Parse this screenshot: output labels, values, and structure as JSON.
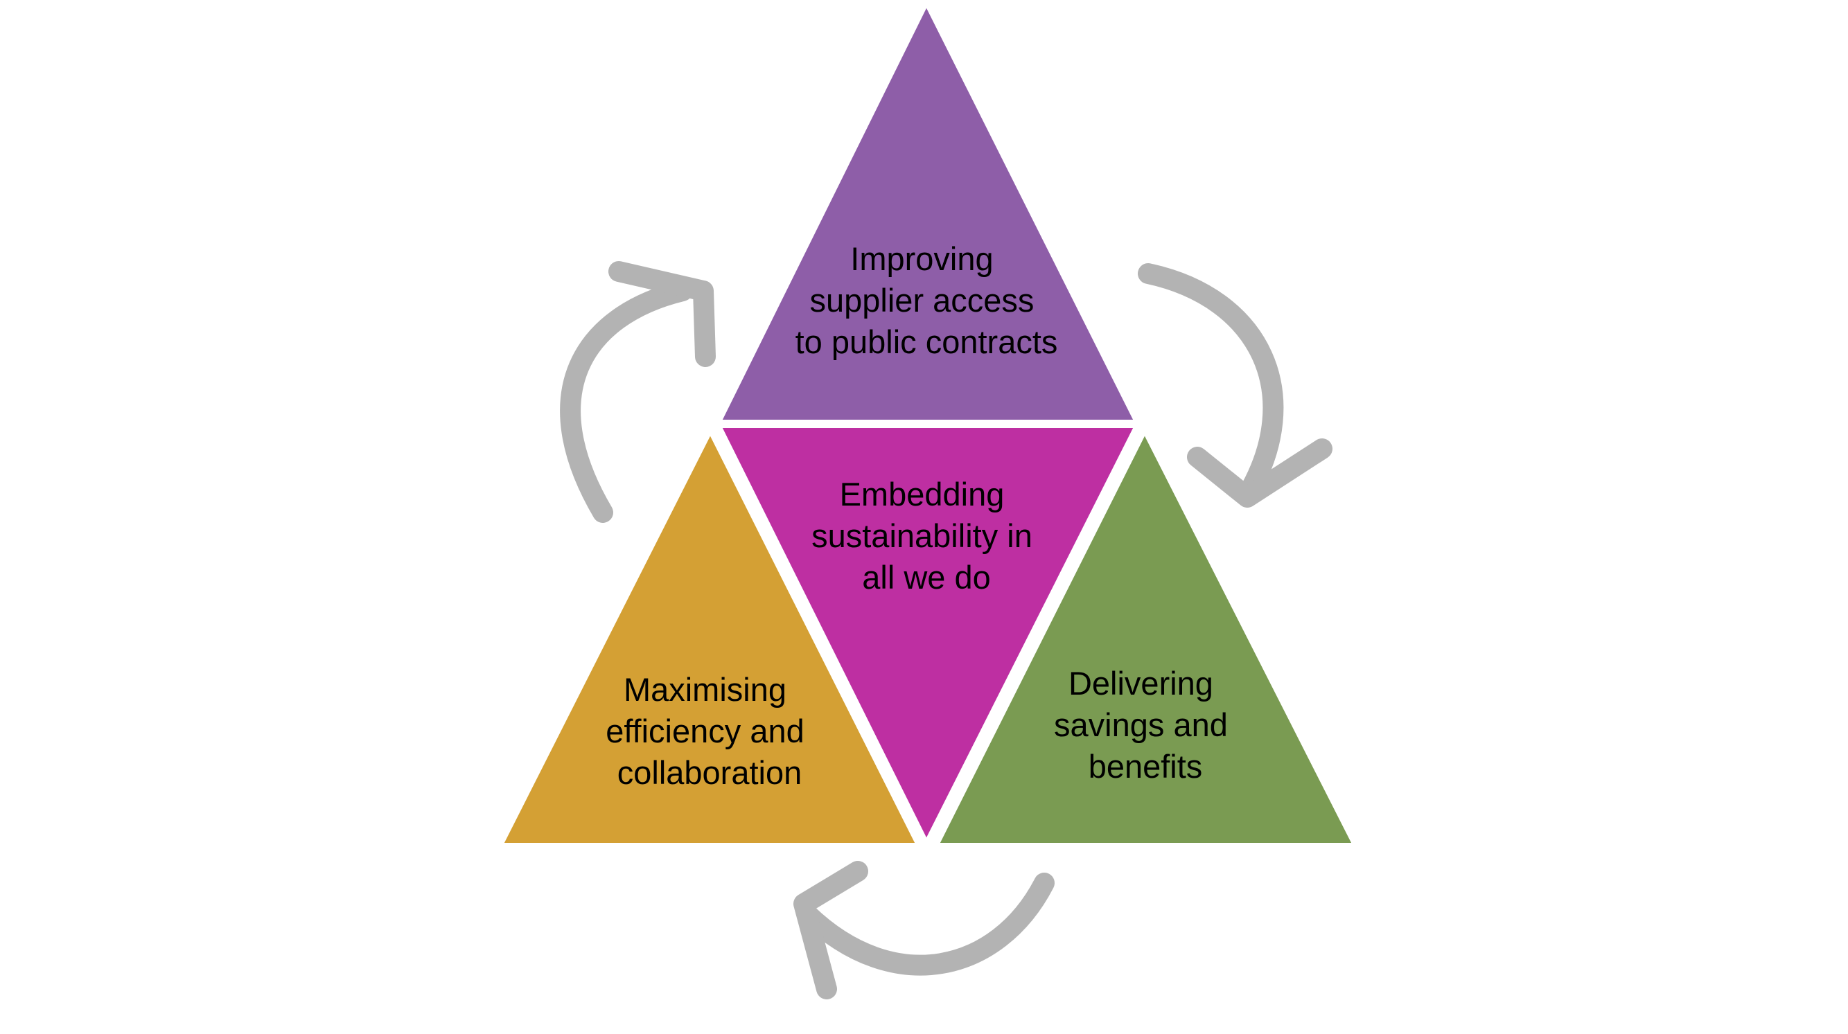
{
  "diagram": {
    "top": {
      "line1": "Improving",
      "line2": "supplier access",
      "line3": "to public contracts",
      "color": "#8E5EA8"
    },
    "center": {
      "line1": "Embedding",
      "line2": "sustainability in",
      "line3": "all we do",
      "color": "#BE2FA2"
    },
    "left": {
      "line1": "Maximising",
      "line2": "efficiency and",
      "line3": "collaboration",
      "color": "#D4A034"
    },
    "right": {
      "line1": "Delivering",
      "line2": "savings and",
      "line3": "benefits",
      "color": "#7A9B52"
    },
    "arrow_color": "#B3B3B3",
    "border_color": "#FFFFFF",
    "background": "#FFFFFF"
  }
}
